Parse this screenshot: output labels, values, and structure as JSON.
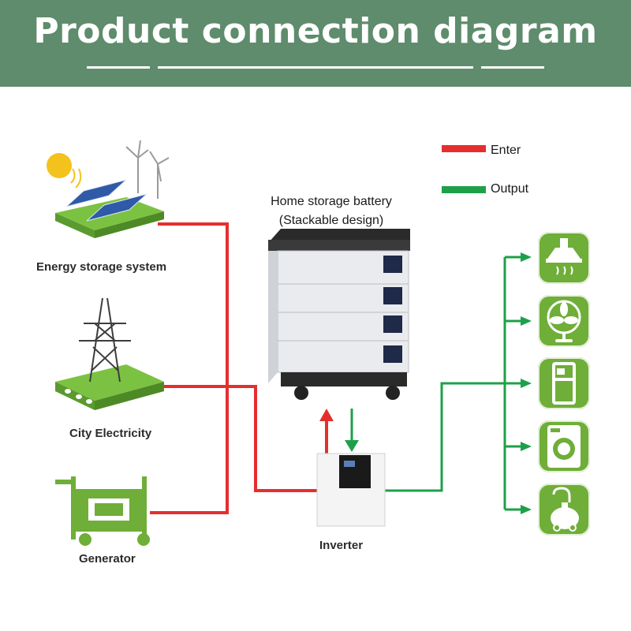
{
  "header": {
    "title": "Product connection diagram"
  },
  "legend": [
    {
      "label": "Enter",
      "color": "#e52e2e"
    },
    {
      "label": "Output",
      "color": "#1ea04a"
    }
  ],
  "sources": [
    {
      "label": "Energy storage system",
      "icon": "solar-wind-icon"
    },
    {
      "label": "City Electricity",
      "icon": "power-tower-icon"
    },
    {
      "label": "Generator",
      "icon": "generator-icon"
    }
  ],
  "battery": {
    "title_line1": "Home storage battery",
    "title_line2": "(Stackable design)"
  },
  "inverter": {
    "label": "Inverter"
  },
  "appliances": [
    {
      "icon": "range-hood-icon"
    },
    {
      "icon": "fan-icon"
    },
    {
      "icon": "refrigerator-icon"
    },
    {
      "icon": "washing-machine-icon"
    },
    {
      "icon": "vacuum-cleaner-icon"
    }
  ],
  "colors": {
    "header_bg": "#5e8c6c",
    "input_line": "#e52e2e",
    "output_line": "#1ea04a",
    "icon_green": "#6fae38"
  }
}
